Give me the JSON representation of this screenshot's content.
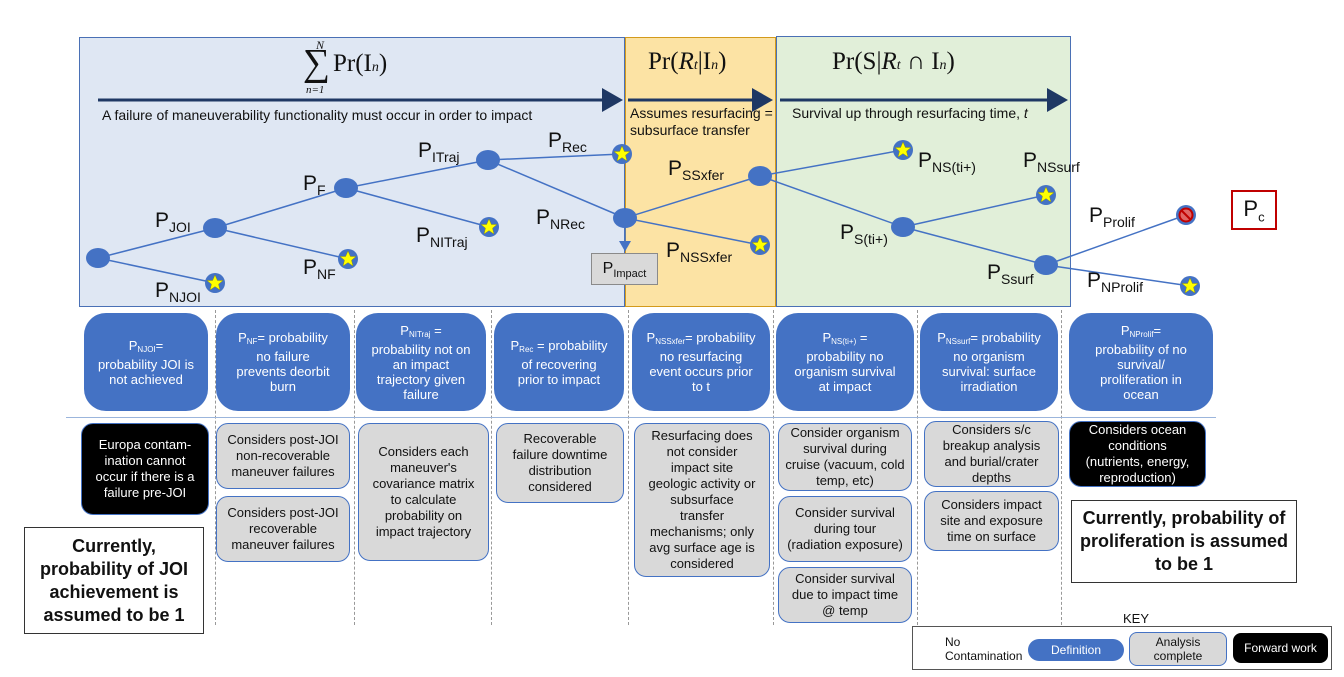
{
  "headers": {
    "h1": {
      "sum_top": "N",
      "sum_bottom": "n=1",
      "text": "Pr(I",
      "sub": "n",
      "close": ")"
    },
    "h2": {
      "pre": "Pr(",
      "a": "R",
      "a_sub": "t",
      "mid": "|I",
      "b_sub": "n",
      "close": ")"
    },
    "h3": {
      "pre": "Pr(S|",
      "a": "R",
      "a_sub": "t",
      "mid": "∩ I",
      "b_sub": "n",
      "close": ")"
    }
  },
  "captions": {
    "c1": "A failure of maneuverability functionality must occur in order to impact",
    "c2a": "Assumes resurfacing =",
    "c2b": "subsurface transfer",
    "c3_text": "Survival up through resurfacing time, ",
    "c3_var": "t"
  },
  "tree_labels": [
    {
      "id": "pjoi",
      "p": "P",
      "sub": "JOI"
    },
    {
      "id": "pnjoi",
      "p": "P",
      "sub": "NJOI"
    },
    {
      "id": "pf",
      "p": "P",
      "sub": "F"
    },
    {
      "id": "pnf",
      "p": "P",
      "sub": "NF"
    },
    {
      "id": "pitraj",
      "p": "P",
      "sub": "ITraj"
    },
    {
      "id": "pnitraj",
      "p": "P",
      "sub": "NITraj"
    },
    {
      "id": "prec",
      "p": "P",
      "sub": "Rec"
    },
    {
      "id": "pnrec",
      "p": "P",
      "sub": "NRec"
    },
    {
      "id": "pssxfer",
      "p": "P",
      "sub": "SSxfer"
    },
    {
      "id": "pnssxfer",
      "p": "P",
      "sub": "NSSxfer"
    },
    {
      "id": "pnsti",
      "p": "P",
      "sub": "NS(ti+)"
    },
    {
      "id": "psti",
      "p": "P",
      "sub": "S(ti+)"
    },
    {
      "id": "pnssurf",
      "p": "P",
      "sub": "NSsurf"
    },
    {
      "id": "pssurf",
      "p": "P",
      "sub": "Ssurf"
    },
    {
      "id": "pprolif",
      "p": "P",
      "sub": "Prolif"
    },
    {
      "id": "pnprolif",
      "p": "P",
      "sub": "NProlif"
    }
  ],
  "pimpact": {
    "p": "P",
    "sub": "Impact"
  },
  "pc": {
    "p": "P",
    "sub": "c"
  },
  "definitions": [
    {
      "p": "P",
      "sub": "NJOI",
      "text": "=\nprobability JOI is\nnot achieved"
    },
    {
      "p": "P",
      "sub": "NF",
      "text": "= probability\nno failure\nprevents deorbit\nburn"
    },
    {
      "p": "P",
      "sub": "NITraj",
      "text": " =\nprobability not on\nan impact\ntrajectory given\nfailure"
    },
    {
      "p": "P",
      "sub": "Rec",
      "text": " = probability\nof recovering\nprior to impact"
    },
    {
      "p": "P",
      "sub": "NSSxfer",
      "text": "= probability\nno resurfacing\nevent occurs prior\nto t"
    },
    {
      "p": "P",
      "sub": "NS(ti+)",
      "text": " =\nprobability no\norganism survival\nat impact"
    },
    {
      "p": "P",
      "sub": "NSsurf",
      "text": "= probability\nno organism\nsurvival: surface\nirradiation"
    },
    {
      "p": "P",
      "sub": "NProlif",
      "text": "=\nprobability of no\nsurvival/\nproliferation in\nocean"
    }
  ],
  "analysis": {
    "col1": "Europa contam-\nination cannot\noccur if there is a\nfailure pre-JOI",
    "col2a": "Considers post-JOI\nnon-recoverable\nmaneuver failures",
    "col2b": "Considers post-JOI\nrecoverable\nmaneuver failures",
    "col3": "Considers each\nmaneuver's\ncovariance matrix\nto calculate\nprobability on\nimpact trajectory",
    "col4": "Recoverable\nfailure downtime\ndistribution\nconsidered",
    "col5": "Resurfacing does\nnot consider\nimpact site\ngeologic activity or\nsubsurface\ntransfer\nmechanisms; only\navg surface age is\nconsidered",
    "col6a": "Consider organism\nsurvival during\ncruise (vacuum, cold\ntemp, etc)",
    "col6b": "Consider survival\nduring tour\n(radiation exposure)",
    "col6c": "Consider survival\ndue to impact time\n@ temp",
    "col7a": "Considers s/c\nbreakup analysis\nand burial/crater\ndepths",
    "col7b": "Considers impact\nsite and exposure\ntime on surface",
    "col8": "Considers ocean\nconditions\n(nutrients, energy,\nreproduction)"
  },
  "notes": {
    "joi": "Currently,\nprobability of JOI\nachievement is\nassumed to be 1",
    "prolif": "Currently, probability of\nproliferation is assumed\nto be 1"
  },
  "key": {
    "title": "KEY",
    "no_contamination": "No\nContamination",
    "definition": "Definition",
    "analysis_complete": "Analysis\ncomplete",
    "forward_work": "Forward work"
  },
  "colors": {
    "node": "#4472c4",
    "star": "#ffff00",
    "definition": "#4472c4",
    "analysis": "#d9d9d9",
    "forward": "#000000",
    "no_prolif": "#c00000"
  }
}
